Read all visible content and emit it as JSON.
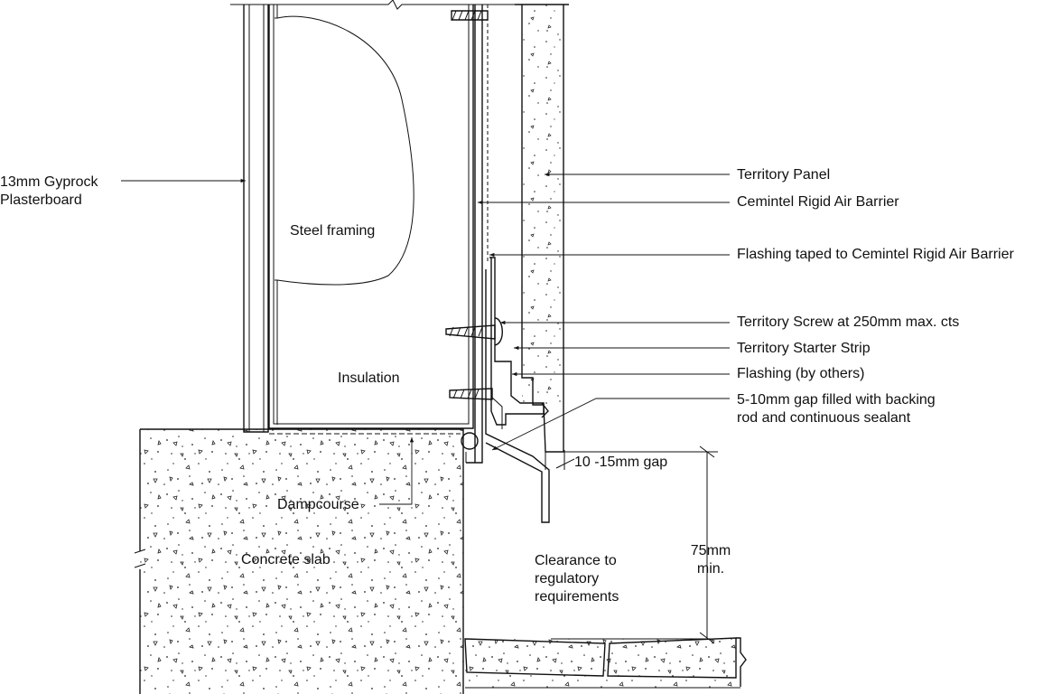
{
  "labels": {
    "plasterboard": "13mm Gyprock\nPlasterboard",
    "steel_framing": "Steel framing",
    "insulation": "Insulation",
    "dampcourse": "Dampcourse",
    "concrete_slab": "Concrete slab",
    "clearance": "Clearance to\nregulatory\nrequirements",
    "territory_panel": "Territory Panel",
    "air_barrier": "Cemintel Rigid Air Barrier",
    "flashing_taped": "Flashing taped to Cemintel Rigid Air Barrier",
    "screw": "Territory Screw at 250mm max. cts",
    "starter_strip": "Territory Starter Strip",
    "flashing_others": "Flashing (by others)",
    "gap_sealant": "5-10mm gap filled with backing\nrod and continuous sealant",
    "gap_10_15": "10 -15mm gap",
    "dim_75": "75mm\nmin."
  }
}
